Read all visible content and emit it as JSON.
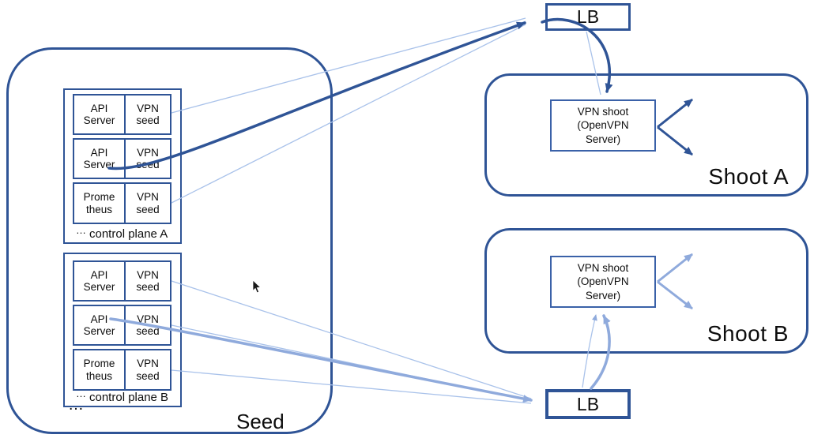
{
  "colors": {
    "dark_blue": "#2F5496",
    "light_blue": "#8FAADC",
    "pale_blue": "#A9C2EA",
    "text": "#111111",
    "background": "#FFFFFF"
  },
  "seed": {
    "label": "Seed",
    "bottom_ellipsis": "…",
    "control_planes": [
      {
        "label": "control plane A",
        "label_prefix": "…",
        "rows": [
          {
            "left": "API Server",
            "right": "VPN seed"
          },
          {
            "left": "API Server",
            "right": "VPN seed"
          },
          {
            "left": "Prome theus",
            "right": "VPN seed"
          }
        ]
      },
      {
        "label": "control plane B",
        "label_prefix": "…",
        "rows": [
          {
            "left": "API Server",
            "right": "VPN seed"
          },
          {
            "left": "API Server",
            "right": "VPN seed"
          },
          {
            "left": "Prome theus",
            "right": "VPN seed"
          }
        ]
      }
    ]
  },
  "load_balancers": {
    "top_label": "LB",
    "bottom_label": "LB"
  },
  "shoots": [
    {
      "label": "Shoot A",
      "vpn_box_lines": [
        "VPN shoot",
        "(OpenVPN",
        "Server)"
      ]
    },
    {
      "label": "Shoot B",
      "vpn_box_lines": [
        "VPN shoot",
        "(OpenVPN",
        "Server)"
      ]
    }
  ],
  "connections": [
    {
      "from": "API Server (control plane A)",
      "to": "LB top",
      "style": "dark thick curve with arrowhead"
    },
    {
      "from": "VPN seed cells (control plane A)",
      "to": "LB top",
      "style": "pale thin lines"
    },
    {
      "from": "LB top",
      "to": "VPN shoot (Shoot A)",
      "style": "dark thick curve + pale thin line"
    },
    {
      "from": "VPN shoot (Shoot A)",
      "to": "clients right",
      "style": "two dark arrows"
    },
    {
      "from": "API Server (control plane B)",
      "to": "LB bottom",
      "style": "light thick curve with arrowhead"
    },
    {
      "from": "VPN seed cells (control plane B)",
      "to": "LB bottom",
      "style": "pale thin lines"
    },
    {
      "from": "LB bottom",
      "to": "VPN shoot (Shoot B)",
      "style": "light thick curve + pale thin line"
    },
    {
      "from": "VPN shoot (Shoot B)",
      "to": "clients right",
      "style": "two light arrows"
    }
  ]
}
